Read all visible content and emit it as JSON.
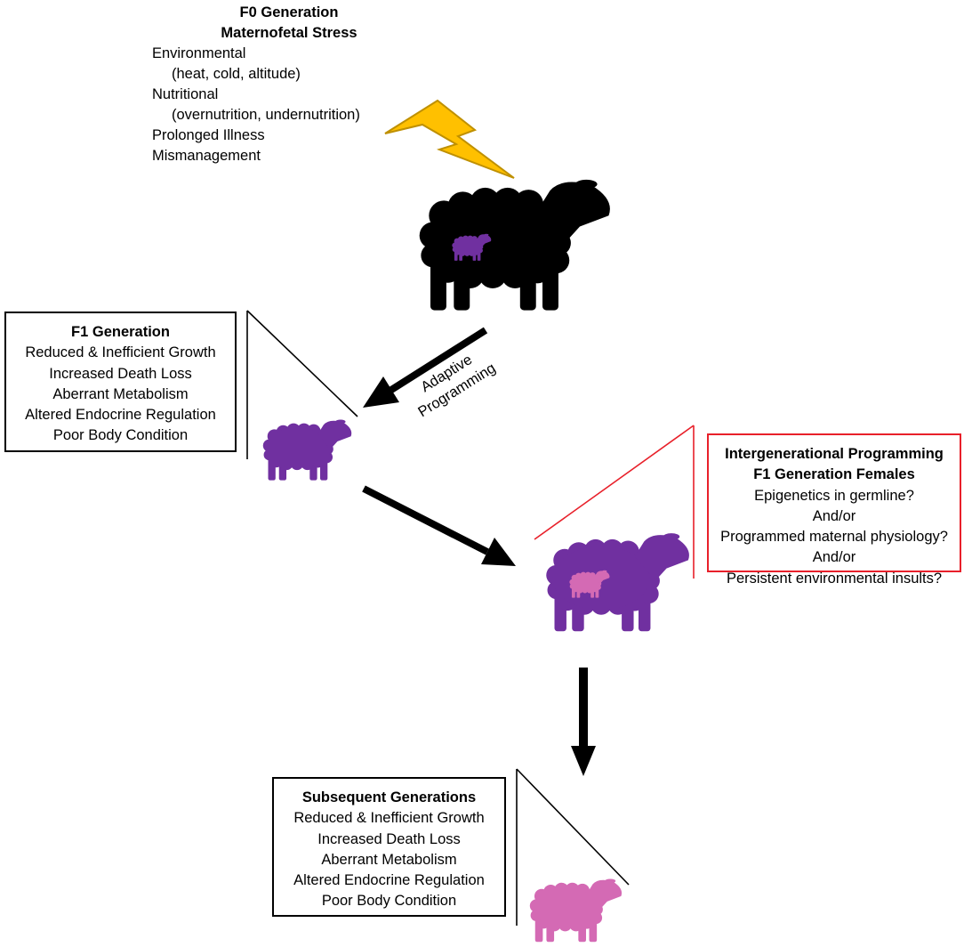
{
  "colors": {
    "black_sheep": "#000000",
    "purple_sheep": "#7030a0",
    "pink_sheep": "#d46ab4",
    "lightning_fill": "#ffc000",
    "lightning_stroke": "#bf9000",
    "red_outline": "#e8202a"
  },
  "f0": {
    "title_1": "F0 Generation",
    "title_2": "Maternofetal Stress",
    "items": [
      "Environmental",
      "(heat, cold, altitude)",
      "Nutritional",
      "(overnutrition, undernutrition)",
      "Prolonged Illness",
      "Mismanagement"
    ]
  },
  "f1_box": {
    "title": "F1 Generation",
    "items": [
      "Reduced & Inefficient Growth",
      "Increased Death Loss",
      "Aberrant Metabolism",
      "Altered Endocrine Regulation",
      "Poor Body Condition"
    ]
  },
  "arrow_label": {
    "line_1": "Adaptive",
    "line_2": "Programming"
  },
  "intergenerational_box": {
    "title_1": "Intergenerational Programming",
    "title_2": "F1 Generation Females",
    "items": [
      "Epigenetics in germline?",
      "And/or",
      "Programmed maternal physiology?",
      "And/or",
      "Persistent environmental insults?"
    ]
  },
  "subsequent_box": {
    "title": "Subsequent Generations",
    "items": [
      "Reduced & Inefficient Growth",
      "Increased Death Loss",
      "Aberrant Metabolism",
      "Altered Endocrine Regulation",
      "Poor Body Condition"
    ]
  }
}
